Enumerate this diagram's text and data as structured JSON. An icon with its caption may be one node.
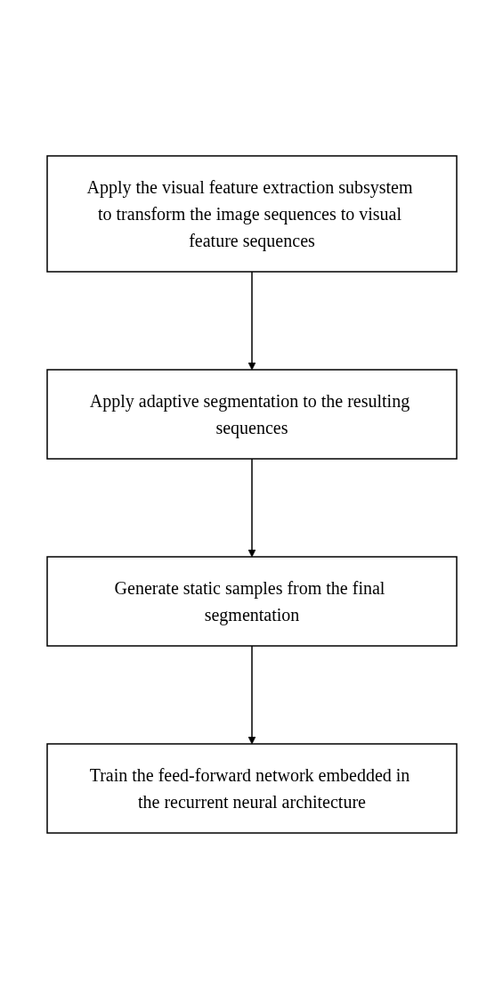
{
  "diagram": {
    "nodes": [
      {
        "text": [
          "Apply the visual feature extraction subsystem to transform the image sequences to visual feature sequences"
        ]
      },
      {
        "text": [
          "Apply adaptive segmentation to the resulting sequences"
        ]
      },
      {
        "text": [
          "Generate static samples from the final segmentation"
        ]
      },
      {
        "text": [
          "Train the feed-forward network embedded in the recurrent neural architecture"
        ]
      }
    ],
    "edges": [
      {
        "from": 0,
        "to": 1,
        "arrow": "to"
      },
      {
        "from": 1,
        "to": 2,
        "arrow": "to"
      },
      {
        "from": 2,
        "to": 3,
        "arrow": "to"
      }
    ]
  }
}
